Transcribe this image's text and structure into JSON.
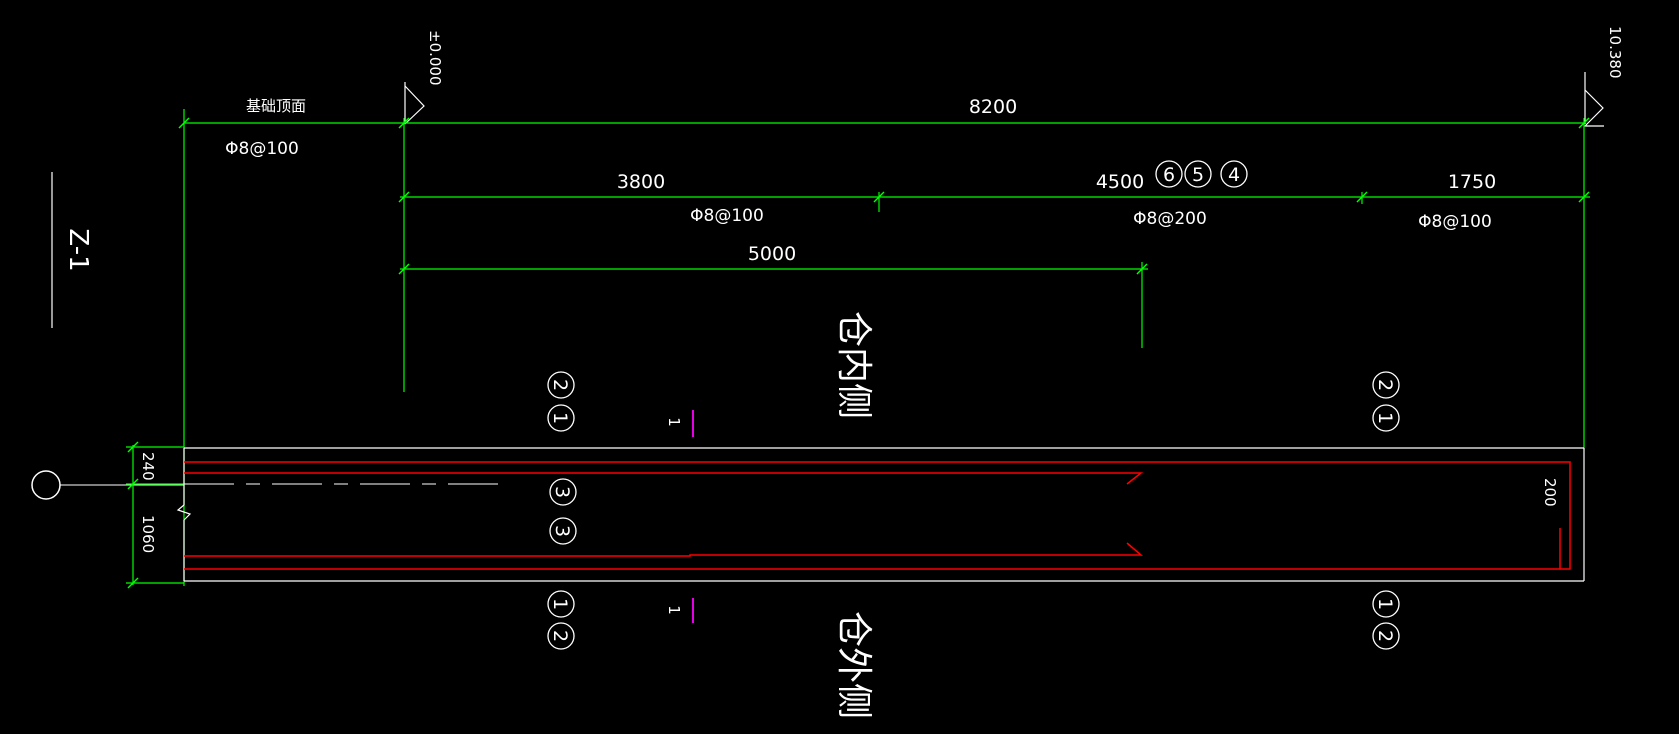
{
  "drawing": {
    "title": "Z-1",
    "elevations": {
      "base": "±0.000",
      "top": "10.380"
    },
    "foundation_label": "基础顶面",
    "dimensions": {
      "total": "8200",
      "seg1": "3800",
      "seg2": "4500",
      "seg3": "1750",
      "lap": "5000",
      "thk_top": "240",
      "thk_bottom": "1060",
      "end": "200"
    },
    "rebar_labels": {
      "foundation": "Φ8@100",
      "seg1": "Φ8@100",
      "seg2": "Φ8@200",
      "seg3": "Φ8@100"
    },
    "bar_marks": {
      "group_top": [
        "6",
        "5",
        "4"
      ],
      "left_above": [
        "2",
        "1"
      ],
      "right_above": [
        "2",
        "1"
      ],
      "left_below": [
        "1",
        "2"
      ],
      "right_below": [
        "1",
        "2"
      ],
      "middle": [
        "3",
        "3"
      ]
    },
    "section_marks": {
      "top": "1",
      "bottom": "1"
    },
    "sides": {
      "inner": "仓内侧",
      "outer": "仓外侧"
    },
    "colors": {
      "background": "#000000",
      "dimension_lines": "#00ff00",
      "outline": "#ffffff",
      "rebar": "#ff0000",
      "section_mark": "#ff00ff"
    }
  }
}
